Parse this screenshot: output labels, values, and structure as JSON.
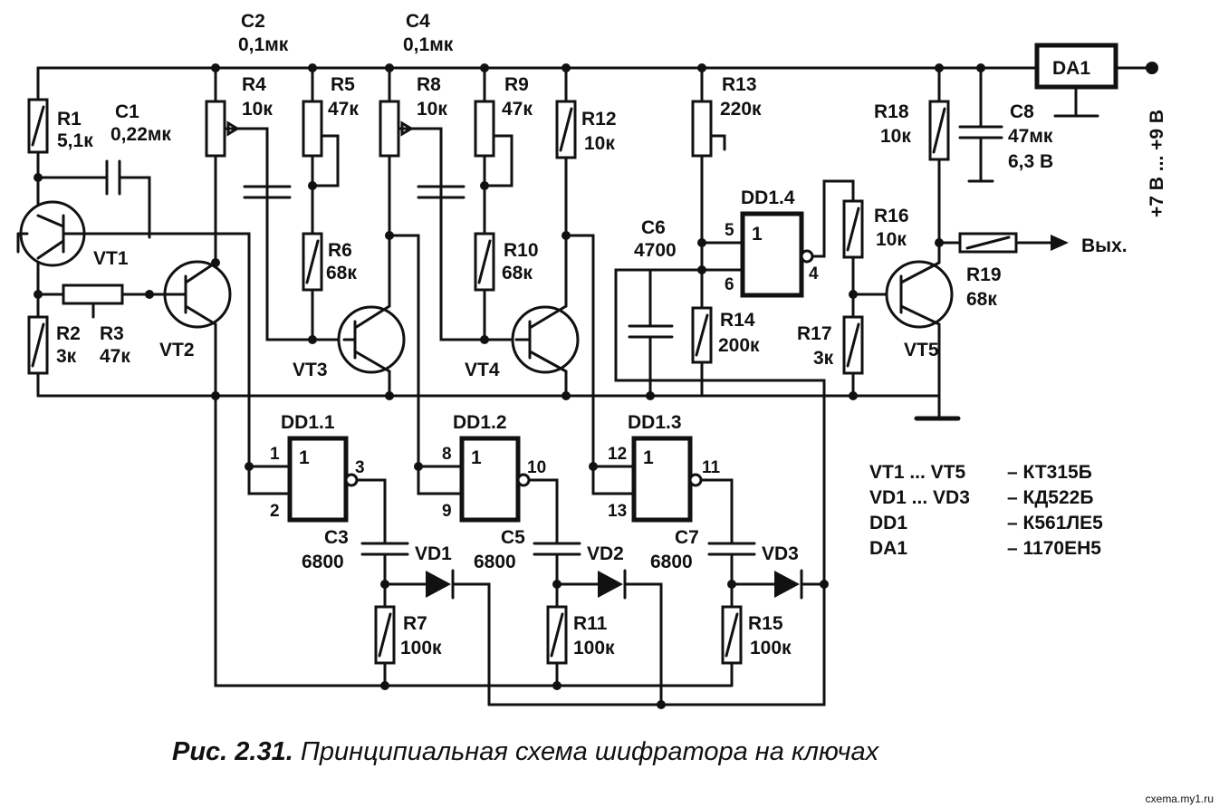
{
  "labels": {
    "r1": "R1",
    "r1v": "5,1к",
    "c1": "C1",
    "c1v": "0,22мк",
    "r2": "R2",
    "r2v": "3к",
    "r3": "R3",
    "r3v": "47к",
    "vt1": "VT1",
    "vt2": "VT2",
    "vt3": "VT3",
    "vt4": "VT4",
    "vt5": "VT5",
    "c2": "C2",
    "c2v": "0,1мк",
    "c4": "C4",
    "c4v": "0,1мк",
    "r4": "R4",
    "r4v": "10к",
    "r5": "R5",
    "r5v": "47к",
    "r6": "R6",
    "r6v": "68к",
    "r8": "R8",
    "r8v": "10к",
    "r9": "R9",
    "r9v": "47к",
    "r10": "R10",
    "r10v": "68к",
    "r12": "R12",
    "r12v": "10к",
    "r13": "R13",
    "r13v": "220к",
    "r14": "R14",
    "r14v": "200к",
    "c6": "C6",
    "c6v": "4700",
    "dd14": "DD1.4",
    "r16": "R16",
    "r16v": "10к",
    "r17": "R17",
    "r17v": "3к",
    "r18": "R18",
    "r18v": "10к",
    "c8": "C8",
    "c8v": "47мк",
    "c8u": "6,3 В",
    "r19": "R19",
    "r19v": "68к",
    "da1": "DA1",
    "supply": "+7 В ... +9 В",
    "out": "Вых.",
    "dd11": "DD1.1",
    "dd12": "DD1.2",
    "dd13": "DD1.3",
    "c3": "C3",
    "c3v": "6800",
    "c5": "C5",
    "c5v": "6800",
    "c7": "C7",
    "c7v": "6800",
    "vd1": "VD1",
    "vd2": "VD2",
    "vd3": "VD3",
    "r7": "R7",
    "r7v": "100к",
    "r11": "R11",
    "r11v": "100к",
    "r15": "R15",
    "r15v": "100к",
    "gate": "1"
  },
  "pins": {
    "p1": "1",
    "p2": "2",
    "p3": "3",
    "p8": "8",
    "p9": "9",
    "p10": "10",
    "p12": "12",
    "p13": "13",
    "p11": "11",
    "p5": "5",
    "p6": "6",
    "p4": "4"
  },
  "parts_list": [
    {
      "ref": "VT1 ... VT5",
      "type": "– КТ315Б"
    },
    {
      "ref": "VD1 ... VD3",
      "type": "– КД522Б"
    },
    {
      "ref": "DD1",
      "type": "– К561ЛЕ5"
    },
    {
      "ref": "DA1",
      "type": "– 1170ЕН5"
    }
  ],
  "caption": {
    "number": "Рис. 2.31.",
    "text": " Принципиальная схема шифратора на ключах"
  },
  "watermark": "cxema.my1.ru"
}
